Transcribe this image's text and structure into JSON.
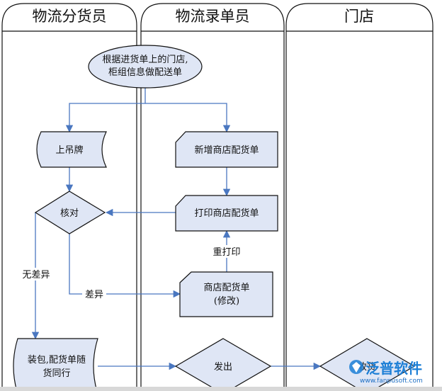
{
  "lanes": {
    "left": "物流分货员",
    "middle": "物流录单员",
    "right": "门店"
  },
  "nodes": {
    "start_line1": "根据进货单上的门店,",
    "start_line2": "柜组信息做配送单",
    "hang_tag": "上吊牌",
    "check": "核对",
    "new_order": "新增商店配货单",
    "print_order": "打印商店配货单",
    "modify_line1": "商店配货单",
    "modify_line2": "(修改)",
    "pack_line1": "装包,配货单随",
    "pack_line2": "货同行",
    "ship": "发出",
    "receive": "收货"
  },
  "edges": {
    "no_diff": "无差异",
    "diff": "差异",
    "reprint": "重打印"
  },
  "watermark": {
    "name": "泛普软件",
    "url": "www.fanpusoft.com"
  },
  "colors": {
    "shape_fill": "#dfe6f5",
    "arrow": "#4a77c0",
    "watermark": "#1d7fd6"
  }
}
